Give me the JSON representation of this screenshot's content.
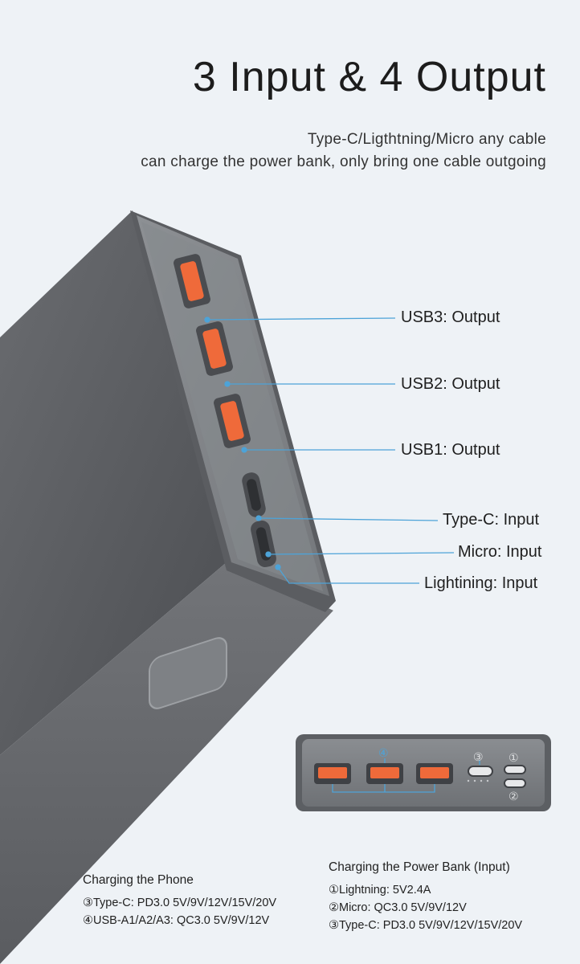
{
  "header": {
    "title": "3 Input & 4 Output",
    "subtitle_line1": "Type-C/Ligthtning/Micro any cable",
    "subtitle_line2": "can charge the power bank, only bring one cable outgoing"
  },
  "ports": [
    {
      "label": "USB3: Output"
    },
    {
      "label": "USB2: Output"
    },
    {
      "label": "USB1: Output"
    },
    {
      "label": "Type-C: Input"
    },
    {
      "label": "Micro: Input"
    },
    {
      "label": "Lightining: Input"
    }
  ],
  "diagram": {
    "marker_1": "①",
    "marker_2": "②",
    "marker_3": "③",
    "marker_4": "④"
  },
  "charging_phone": {
    "heading": "Charging the Phone",
    "lines": [
      "③Type-C:  PD3.0   5V/9V/12V/15V/20V",
      "④USB-A1/A2/A3:  QC3.0    5V/9V/12V"
    ]
  },
  "charging_bank": {
    "heading": "Charging the Power Bank (Input)",
    "lines": [
      "①Lightning:  5V2.4A",
      "②Micro:  QC3.0  5V/9V/12V",
      "③Type-C:  PD3.0   5V/9V/12V/15V/20V"
    ]
  },
  "colors": {
    "background": "#eef2f6",
    "body_dark": "#5a5c5f",
    "port_orange": "#ef6a3a",
    "callout_line": "#4da3d8"
  }
}
